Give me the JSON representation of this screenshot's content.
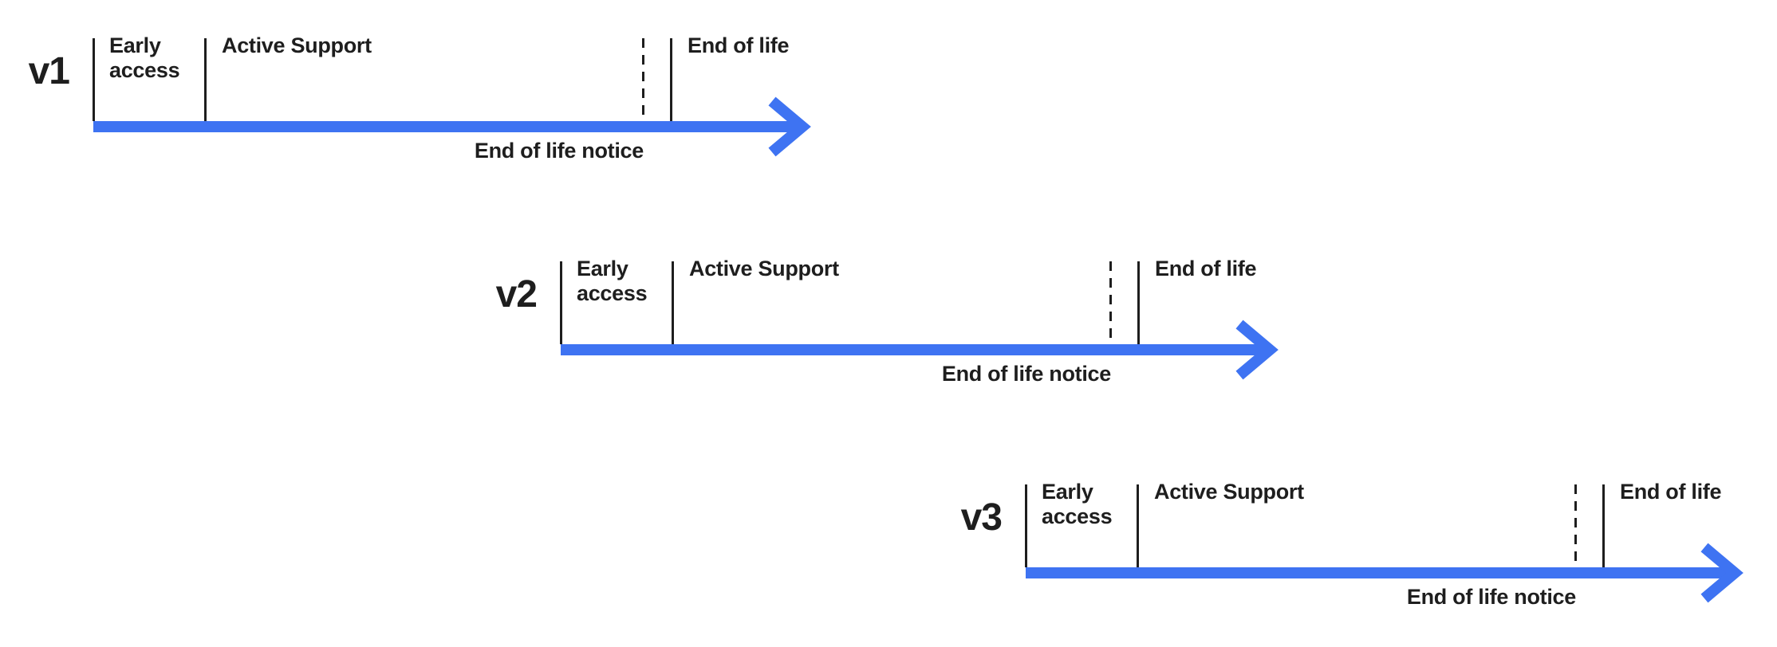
{
  "colors": {
    "arrow": "#3E73F2",
    "ink": "#1E1E1E",
    "background": "#FFFFFF"
  },
  "timelines": [
    {
      "version": "v1",
      "phases": {
        "early_access": "Early access",
        "active_support": "Active Support",
        "end_of_life": "End of life"
      },
      "notice": "End of life notice"
    },
    {
      "version": "v2",
      "phases": {
        "early_access": "Early access",
        "active_support": "Active Support",
        "end_of_life": "End of life"
      },
      "notice": "End of life notice"
    },
    {
      "version": "v3",
      "phases": {
        "early_access": "Early access",
        "active_support": "Active Support",
        "end_of_life": "End of life"
      },
      "notice": "End of life notice"
    }
  ]
}
